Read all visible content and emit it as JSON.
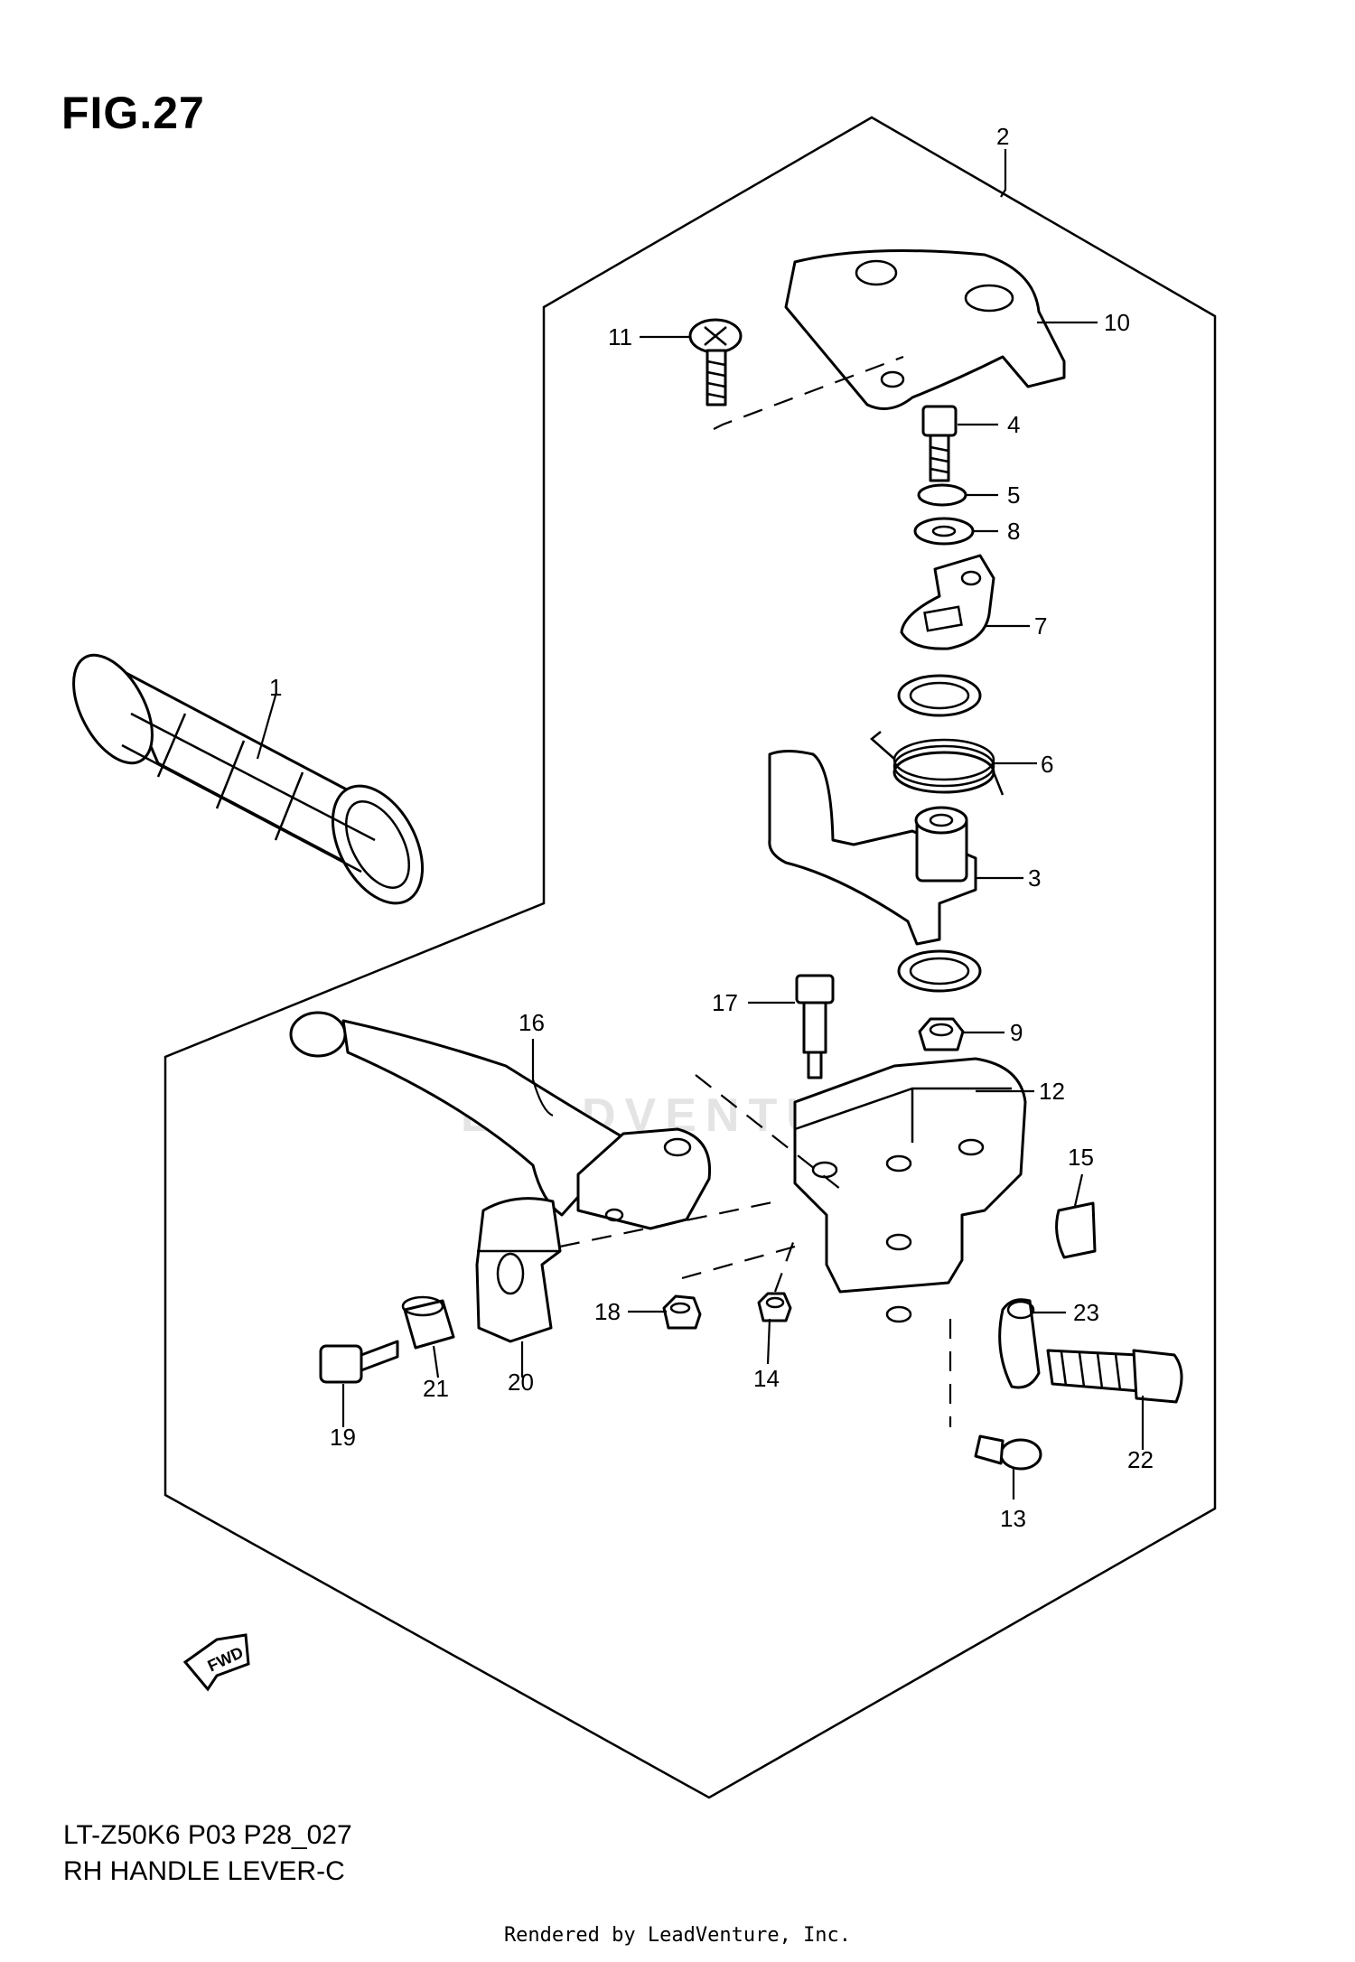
{
  "figure": {
    "title": "FIG.27"
  },
  "footer": {
    "model_code": "LT-Z50K6 P03 P28_027",
    "name": "RH HANDLE LEVER-C"
  },
  "credit": "Rendered by LeadVenture, Inc.",
  "watermark": "LEADVENTURE",
  "fwd_arrow": {
    "label": "FWD"
  },
  "callouts": {
    "p1": "1",
    "p2": "2",
    "p3": "3",
    "p4": "4",
    "p5": "5",
    "p6": "6",
    "p7": "7",
    "p8": "8",
    "p9": "9",
    "p10": "10",
    "p11": "11",
    "p12": "12",
    "p13": "13",
    "p14": "14",
    "p15": "15",
    "p16": "16",
    "p17": "17",
    "p18": "18",
    "p19": "19",
    "p20": "20",
    "p21": "21",
    "p22": "22",
    "p23": "23"
  }
}
